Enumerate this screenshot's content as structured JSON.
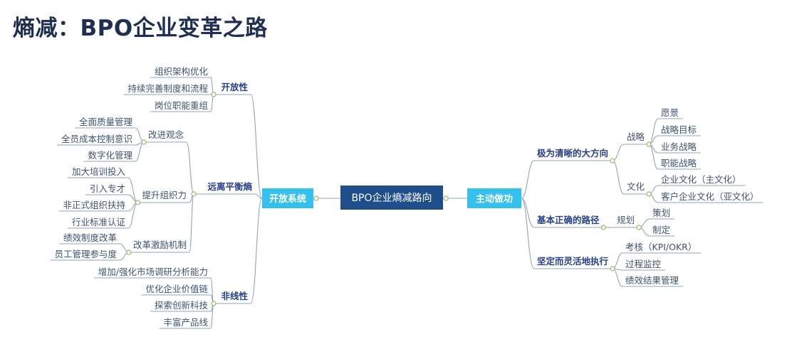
{
  "title": "熵减：BPO企业变革之路",
  "colors": {
    "root_fill": "#1f4e8c",
    "main_fill": "#33c0ef",
    "line": "#8fa4bf",
    "dot": "#8fbf5a",
    "text": "#3d5374",
    "branch_text": "#27408b"
  },
  "mindmap": {
    "root": "BPO企业熵减路向",
    "left": {
      "label": "开放系统",
      "branches": [
        {
          "label": "开放性",
          "leaves": [
            "组织架构优化",
            "持续完善制度和流程",
            "岗位职能重组"
          ]
        },
        {
          "label": "远离平衡熵",
          "groups": [
            {
              "label": "改进观念",
              "leaves": [
                "全面质量管理",
                "全员成本控制意识",
                "数字化管理"
              ]
            },
            {
              "label": "提升组织力",
              "leaves": [
                "加大培训投入",
                "引入专才",
                "非正式组织扶持",
                "行业标准认证"
              ]
            },
            {
              "label": "改革激励机制",
              "leaves": [
                "绩效制度改革",
                "员工管理参与度"
              ]
            }
          ]
        },
        {
          "label": "非线性",
          "leaves": [
            "增加/强化市场调研分析能力",
            "优化企业价值链",
            "探索创新科技",
            "丰富产品线"
          ]
        }
      ]
    },
    "right": {
      "label": "主动做功",
      "branches": [
        {
          "label": "极为清晰的大方向",
          "groups": [
            {
              "label": "战略",
              "leaves": [
                "愿景",
                "战略目标",
                "业务战略",
                "职能战略"
              ]
            },
            {
              "label": "文化",
              "leaves": [
                "企业文化（主文化）",
                "客户企业文化（亚文化）"
              ]
            }
          ]
        },
        {
          "label": "基本正确的路径",
          "groups": [
            {
              "label": "规划",
              "leaves": [
                "策划",
                "制定"
              ]
            }
          ]
        },
        {
          "label": "坚定而灵活地执行",
          "leaves": [
            "考核（KPI/OKR）",
            "过程监控",
            "绩效结果管理"
          ]
        }
      ]
    }
  }
}
